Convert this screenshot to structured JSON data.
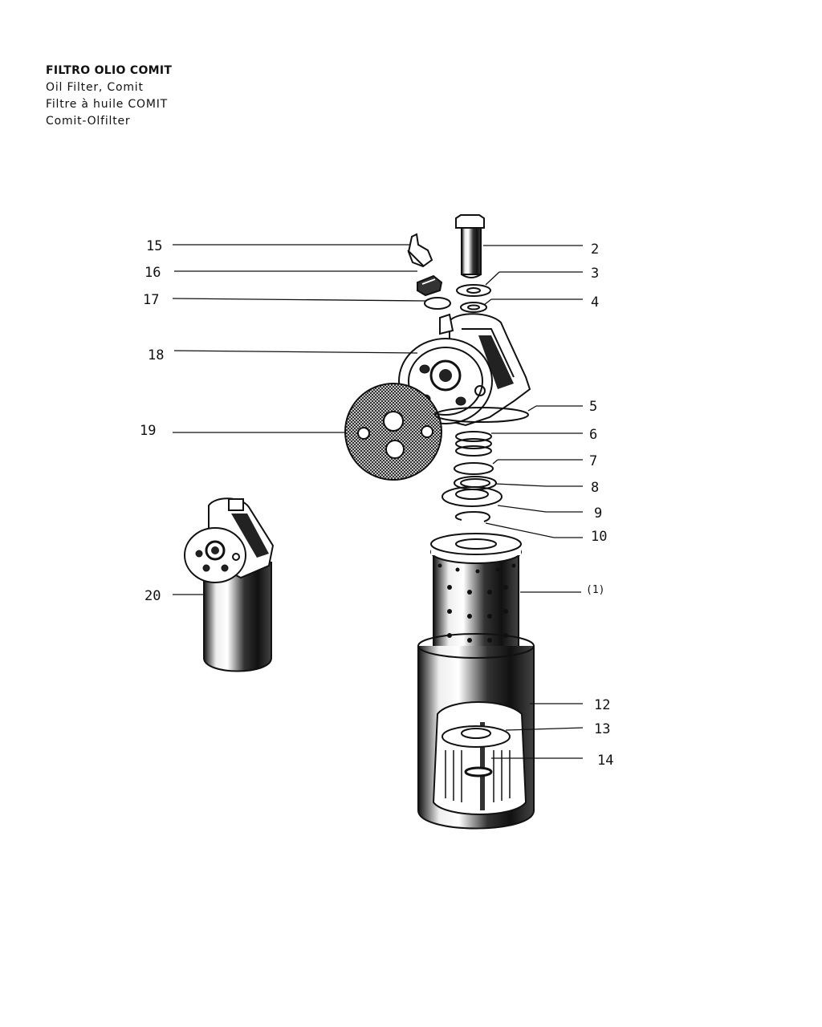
{
  "header": {
    "title_it": "FILTRO OLIO COMIT",
    "title_en": "Oil Filter, Comit",
    "title_fr": "Filtre à huile COMIT",
    "title_de": "Comit-Olfilter"
  },
  "callouts": {
    "c2": "2",
    "c3": "3",
    "c4": "4",
    "c5": "5",
    "c6": "6",
    "c7": "7",
    "c8": "8",
    "c9": "9",
    "c10": "10",
    "c1": "(1)",
    "c12": "12",
    "c13": "13",
    "c14": "14",
    "c15": "15",
    "c16": "16",
    "c17": "17",
    "c18": "18",
    "c19": "19",
    "c20": "20"
  }
}
